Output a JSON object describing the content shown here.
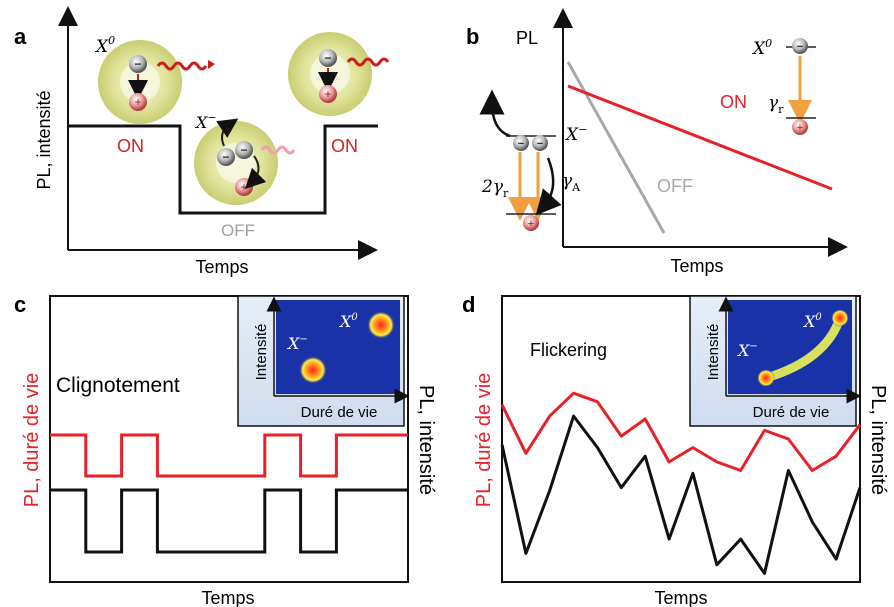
{
  "panels": {
    "a": {
      "letter": "a",
      "ylabel": "PL, intensité",
      "xlabel": "Temps",
      "on_label_1": "ON",
      "on_label_2": "ON",
      "off_label": "OFF",
      "state_x0": "X",
      "state_x0_sup": "0",
      "state_xminus": "X",
      "state_xminus_sup": "−",
      "trace_color": "#111111",
      "photon_color": "#d42020",
      "trace": {
        "x": [
          0,
          1,
          1,
          2,
          2,
          3
        ],
        "y": [
          1,
          1,
          0,
          0,
          1,
          1
        ]
      }
    },
    "b": {
      "letter": "b",
      "ylabel": "PL",
      "xlabel": "Temps",
      "on_label": "ON",
      "off_label": "OFF",
      "xminus_label": "X",
      "xminus_sup": "−",
      "x0_label": "X",
      "x0_sup": "0",
      "gamma_r_2": "2γ",
      "gamma_r_2_sub": "r",
      "gamma_a": "γ",
      "gamma_a_sub": "A",
      "gamma_r": "γ",
      "gamma_r_sub": "r",
      "on_color": "#e8202a",
      "off_color": "#a8a8a8",
      "arrow_color": "#f0a040"
    },
    "c": {
      "letter": "c",
      "title": "Clignotement",
      "ylabel_left": "PL, duré de vie",
      "ylabel_right": "PL, intensité",
      "xlabel": "Temps",
      "inset": {
        "ylabel": "Intensité",
        "xlabel": "Duré de vie",
        "x0": "X",
        "x0_sup": "0",
        "xm": "X",
        "xm_sup": "−"
      },
      "lifetime_color": "#e8202a",
      "intensity_color": "#111111",
      "lifetime_trace": [
        1,
        1,
        0,
        0,
        1,
        1,
        0,
        0,
        0,
        0,
        0,
        0,
        1,
        1,
        0,
        0,
        1,
        1,
        1,
        1
      ],
      "intensity_trace": [
        1,
        1,
        0,
        0,
        1,
        1,
        0,
        0,
        0,
        0,
        0,
        0,
        1,
        1,
        0,
        0,
        1,
        1,
        1,
        1
      ]
    },
    "d": {
      "letter": "d",
      "title": "Flickering",
      "ylabel_left": "PL, duré de vie",
      "ylabel_right": "PL, intensité",
      "xlabel": "Temps",
      "inset": {
        "ylabel": "Intensité",
        "xlabel": "Duré de vie",
        "x0": "X",
        "x0_sup": "0",
        "xm": "X",
        "xm_sup": "−"
      },
      "lifetime_color": "#e8202a",
      "intensity_color": "#111111",
      "lifetime_trace": [
        0.62,
        0.45,
        0.58,
        0.66,
        0.63,
        0.51,
        0.57,
        0.42,
        0.47,
        0.42,
        0.39,
        0.53,
        0.5,
        0.39,
        0.44,
        0.55
      ],
      "intensity_trace": [
        0.48,
        0.1,
        0.32,
        0.58,
        0.47,
        0.33,
        0.44,
        0.15,
        0.38,
        0.06,
        0.15,
        0.03,
        0.39,
        0.21,
        0.08,
        0.33
      ]
    }
  }
}
